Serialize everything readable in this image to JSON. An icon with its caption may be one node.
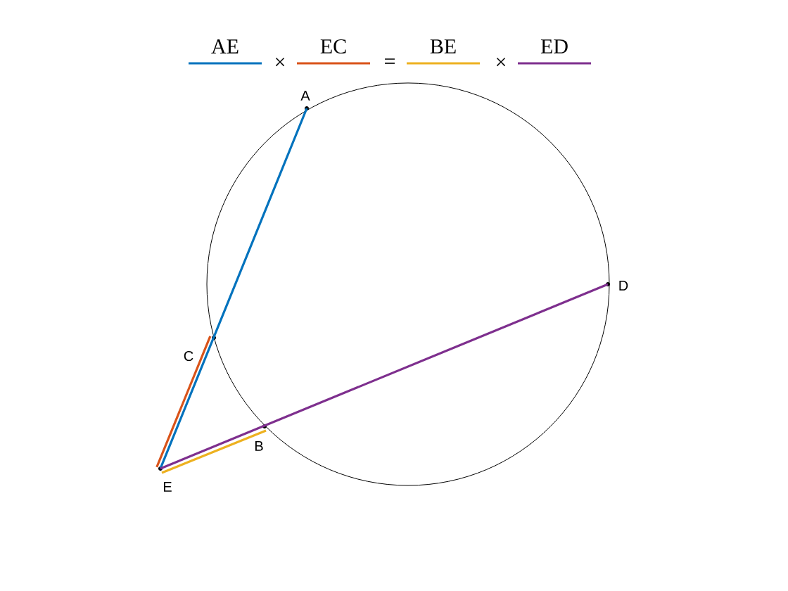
{
  "diagram": {
    "nodes": [
      {
        "text": [],
        "shape": "circle",
        "beside": [
          "A"
        ]
      },
      {
        "text": [],
        "shape": "circle",
        "beside": [
          "B"
        ]
      },
      {
        "text": [],
        "shape": "circle",
        "beside": [
          "C"
        ]
      },
      {
        "text": [],
        "shape": "circle",
        "beside": [
          "D"
        ]
      },
      {
        "text": [],
        "shape": "circle",
        "beside": [
          "E"
        ]
      }
    ],
    "edges": [
      {
        "from": 4,
        "to": 0,
        "arrow": "none",
        "color": "#0072bd"
      },
      {
        "from": 4,
        "to": 2,
        "arrow": "none",
        "color": "#d95319"
      },
      {
        "from": 4,
        "to": 1,
        "arrow": "none",
        "color": "#edb120"
      },
      {
        "from": 4,
        "to": 3,
        "arrow": "none",
        "color": "#7e2f8e"
      }
    ],
    "labels": [
      "×",
      "=",
      "×"
    ],
    "legend": [
      {
        "text": "AE",
        "color": "#0072bd"
      },
      {
        "text": "EC",
        "color": "#d95319"
      },
      {
        "text": "BE",
        "color": "#edb120"
      },
      {
        "text": "ED",
        "color": "#7e2f8e"
      }
    ]
  }
}
